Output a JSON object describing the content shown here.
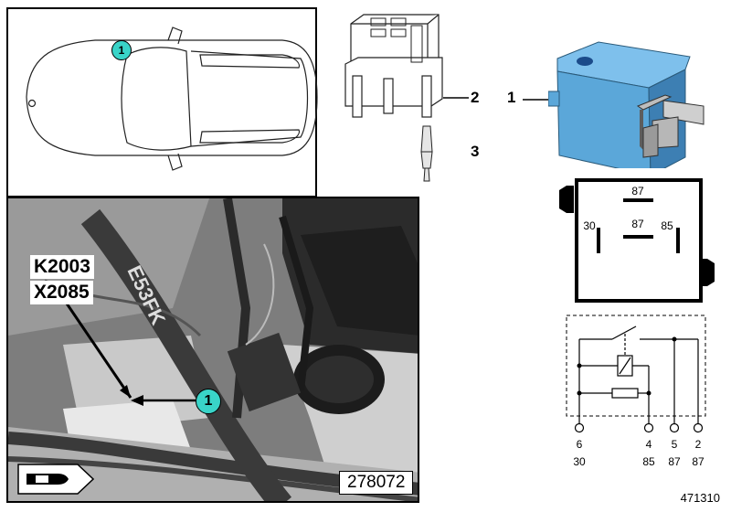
{
  "car_view": {
    "callout": "1"
  },
  "photo": {
    "label_line1": "K2003",
    "label_line2": "X2085",
    "callout": "1",
    "image_number": "278072",
    "watermark_text": "E53FK"
  },
  "parts": [
    {
      "id": "relay",
      "number": "1"
    },
    {
      "id": "socket",
      "number": "2"
    },
    {
      "id": "terminal",
      "number": "3"
    }
  ],
  "relay_pinout": {
    "top_pin": "87",
    "center_pin": "87",
    "left_pin": "30",
    "right_pin": "85"
  },
  "schematic": {
    "pins": [
      {
        "number": "6",
        "terminal": "30"
      },
      {
        "number": "4",
        "terminal": "85"
      },
      {
        "number": "5",
        "terminal": "87"
      },
      {
        "number": "2",
        "terminal": "87"
      }
    ]
  },
  "document_number": "471310",
  "colors": {
    "callout": "#39d4c8",
    "relay_blue": "#5ba7d9"
  }
}
